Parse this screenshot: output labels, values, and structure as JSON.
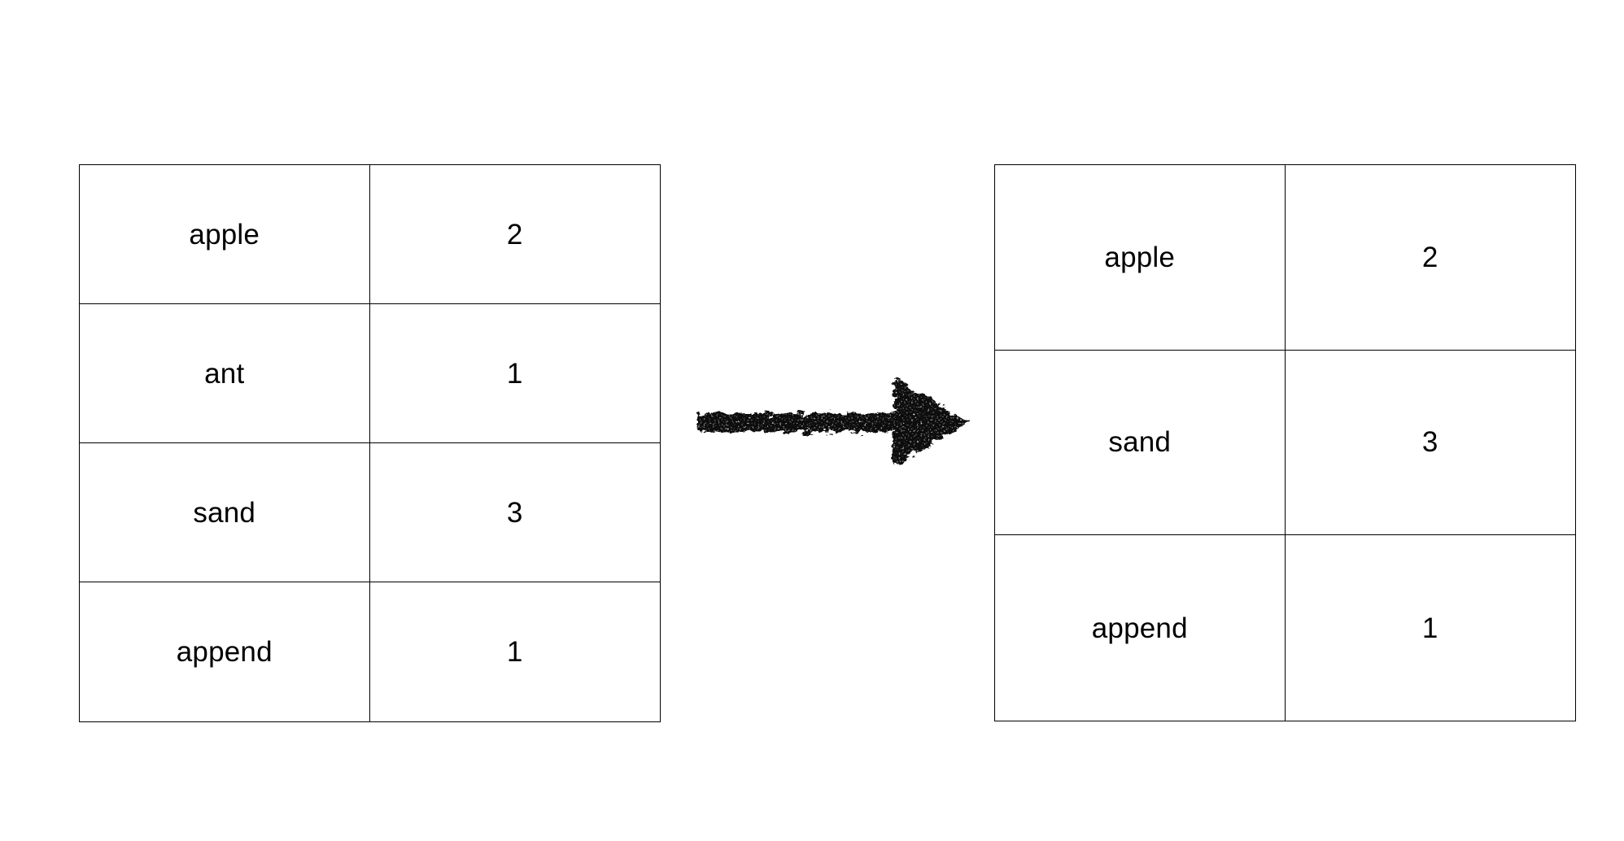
{
  "colors": {
    "background": "#ffffff",
    "table_border": "#000000",
    "text": "#000000",
    "arrow": "#0b0b0b"
  },
  "arrow": {
    "icon": "right-arrow",
    "direction": "right",
    "color": "#0b0b0b"
  },
  "table_before": {
    "rows": [
      {
        "word": "apple",
        "count": "2"
      },
      {
        "word": "ant",
        "count": "1"
      },
      {
        "word": "sand",
        "count": "3"
      },
      {
        "word": "append",
        "count": "1"
      }
    ]
  },
  "table_after": {
    "rows": [
      {
        "word": "apple",
        "count": "2"
      },
      {
        "word": "sand",
        "count": "3"
      },
      {
        "word": "append",
        "count": "1"
      }
    ]
  }
}
